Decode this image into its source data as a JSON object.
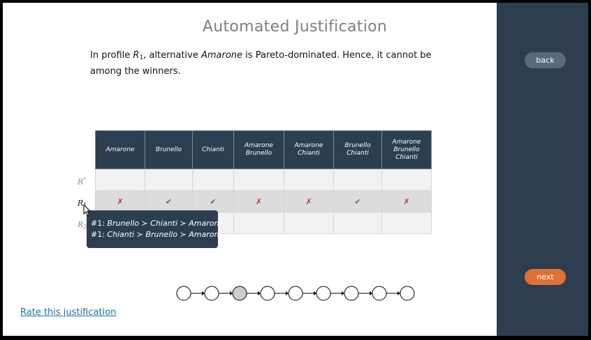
{
  "header": {
    "title": "Automated Justification"
  },
  "justification": {
    "prefix": "In profile ",
    "profile_symbol": "R",
    "profile_sub": "1",
    "middle": ", alternative ",
    "alternative": "Amarone",
    "suffix": " is Pareto-dominated. Hence, it cannot be among the winners."
  },
  "table": {
    "columns": [
      [
        "Amarone"
      ],
      [
        "Brunello"
      ],
      [
        "Chianti"
      ],
      [
        "Amarone",
        "Brunello"
      ],
      [
        "Amarone",
        "Chianti"
      ],
      [
        "Brunello",
        "Chianti"
      ],
      [
        "Amarone",
        "Brunello",
        "Chianti"
      ]
    ],
    "rows": [
      {
        "label": "R",
        "sup": "*",
        "sub": "",
        "color": "#888888",
        "cells": [
          "",
          "",
          "",
          "",
          "",
          "",
          ""
        ]
      },
      {
        "label": "R",
        "sup": "",
        "sub": "1",
        "color": "#111111",
        "cells": [
          "✗",
          "✔",
          "✔",
          "✗",
          "✗",
          "✔",
          "✗"
        ]
      },
      {
        "label": "R",
        "sup": "",
        "sub": "2",
        "color": "#888888",
        "cells": [
          "",
          "",
          "",
          "",
          "",
          "",
          ""
        ]
      }
    ]
  },
  "tooltip": {
    "line1_prefix": "#1: ",
    "line1_order": "Brunello ≻ Chianti ≻ Amarone",
    "line2_prefix": "#1: ",
    "line2_order": "Chianti ≻ Brunello ≻ Amarone"
  },
  "progress": {
    "total": 9,
    "current": 3
  },
  "footer": {
    "rate_link": "Rate this justification"
  },
  "sidebar": {
    "back_label": "back",
    "next_label": "next"
  },
  "colors": {
    "sidebar_bg": "#2c3e50",
    "next": "#e07033",
    "back": "#596a7b",
    "link": "#1f6fa3"
  }
}
